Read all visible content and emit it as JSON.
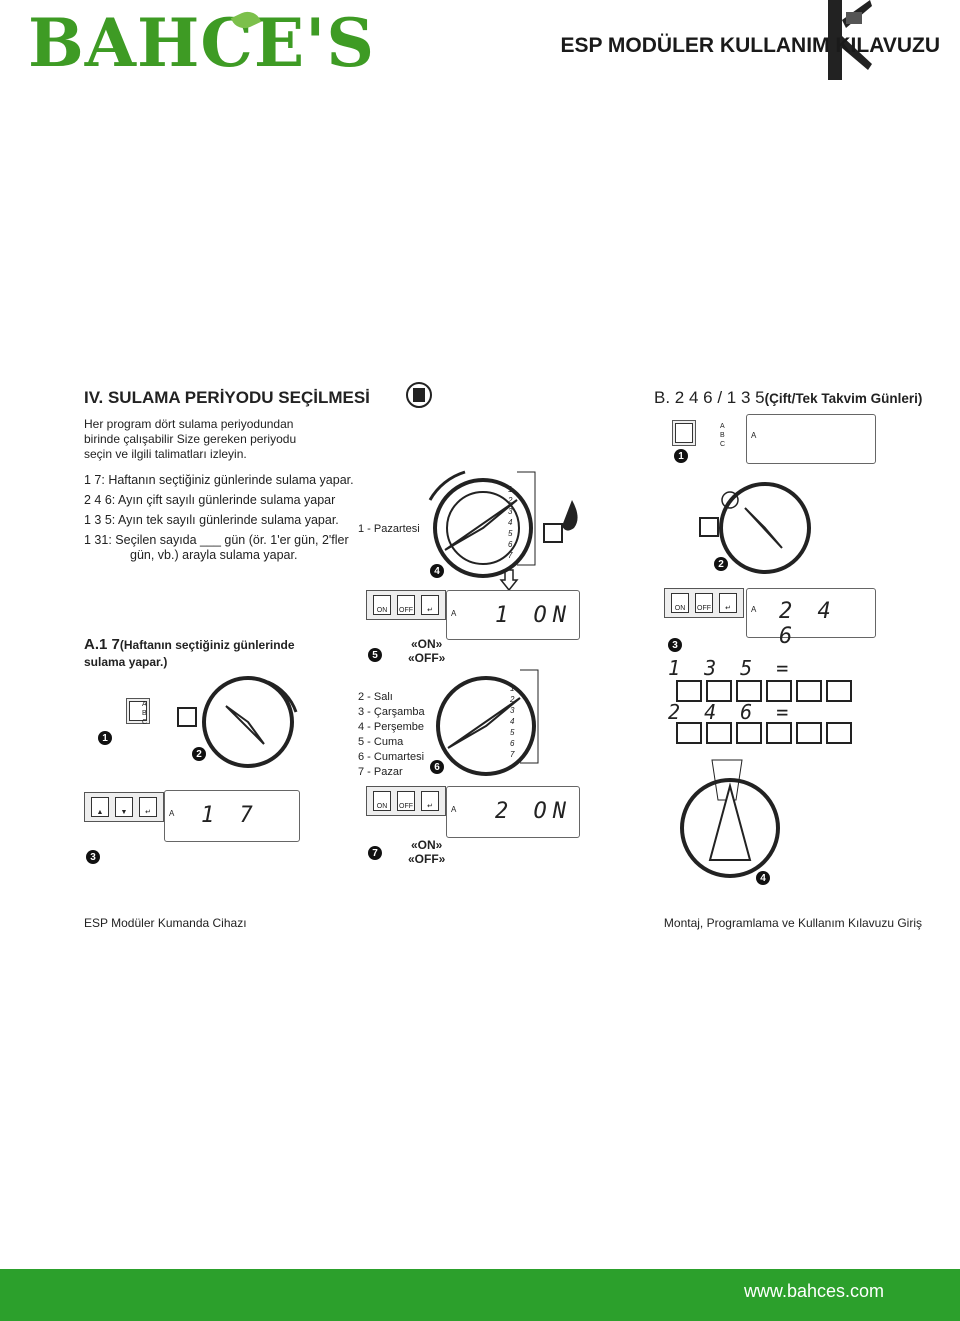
{
  "header": {
    "logo": "BAHCE'S",
    "title": "ESP MODÜLER KULLANIM KILAVUZU"
  },
  "section": {
    "title": "IV. SULAMA PERİYODU SEÇİLMESİ",
    "intro": "Her program dört sulama periyodundan birinde çalışabilir Size gereken periyodu seçin ve ilgili talimatları izleyin.",
    "rules": [
      "1      7: Haftanın seçtiğiniz günlerinde sulama yapar.",
      "2  4  6: Ayın çift sayılı günlerinde sulama yapar",
      "1  3  5: Ayın tek sayılı  günlerinde sulama yapar.",
      "1     31: Seçilen sayıda ___ gün (ör. 1'er gün, 2'fler",
      "gün, vb.)  arayla sulama yapar."
    ]
  },
  "subsection_a": {
    "title": "A.1     7",
    "caption": "(Haftanın seçtiğiniz günlerinde sulama yapar.)"
  },
  "subsection_b": {
    "title": "B. 2 4 6 / 1 3 5",
    "caption": "(Çift/Tek Takvim Günleri)"
  },
  "days": {
    "first": "1 - Pazartesi",
    "rest": [
      "2 - Salı",
      "3 - Çarşamba",
      "4 - Perşembe",
      "5 - Cuma",
      "6 - Cumartesi",
      "7 - Pazar"
    ]
  },
  "displays": {
    "lcd_a": "1  7",
    "lcd_on1": "1 ON",
    "lcd_on2": "2 ON",
    "lcd_b": "2 4 6",
    "odd_label": "1 3 5 =",
    "even_label": "2 4 6 ="
  },
  "labels": {
    "onoff_1": "«ON»",
    "onoff_2": "«OFF»",
    "letter_a": "A",
    "letters_abc": [
      "A",
      "B",
      "C"
    ],
    "btn_on": "ON",
    "btn_off": "OFF",
    "dial_nums": [
      "1",
      "2",
      "3",
      "4",
      "5",
      "6",
      "7"
    ]
  },
  "steps": [
    "1",
    "2",
    "3",
    "4",
    "5",
    "6",
    "7"
  ],
  "footer": {
    "left": "ESP Modüler Kumanda Cihazı",
    "right": "Montaj, Programlama ve Kullanım Kılavuzu Giriş",
    "website": "www.bahces.com"
  },
  "colors": {
    "brand_green": "#3e9b24",
    "footer_green": "#2ca02c"
  }
}
